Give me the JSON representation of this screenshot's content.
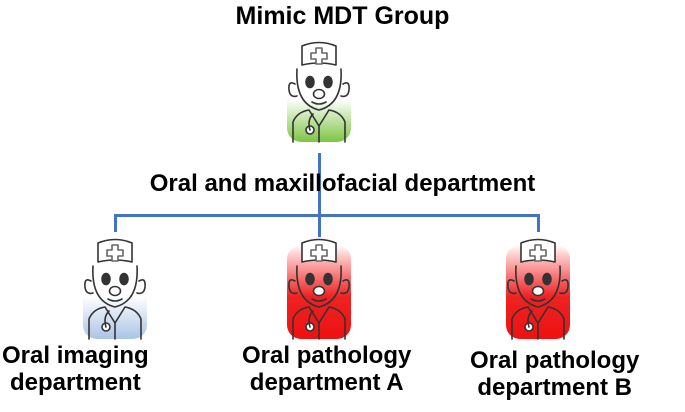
{
  "diagram": {
    "title": "Mimic MDT Group",
    "parent_label": "Oral and maxillofacial department",
    "colors": {
      "connector": "#4472c4",
      "root": "#7dc443",
      "imaging": "#a9c4e6",
      "pathology": "#ee2222"
    },
    "nodes": [
      {
        "id": "root",
        "icon": "doctor-icon",
        "color_key": "root"
      },
      {
        "id": "imaging",
        "icon": "doctor-icon",
        "color_key": "imaging",
        "label_line1": "Oral imaging",
        "label_line2": "department"
      },
      {
        "id": "pathology_a",
        "icon": "doctor-icon",
        "color_key": "pathology",
        "label_line1": "Oral pathology",
        "label_line2": "department A"
      },
      {
        "id": "pathology_b",
        "icon": "doctor-icon",
        "color_key": "pathology",
        "label_line1": "Oral pathology",
        "label_line2": "department B"
      }
    ]
  }
}
